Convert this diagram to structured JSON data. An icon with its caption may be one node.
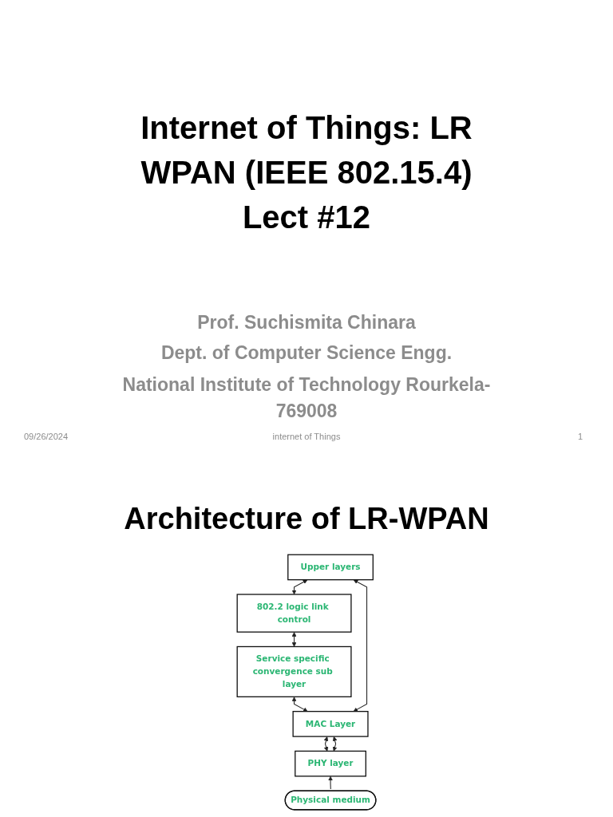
{
  "diagram": {
    "title": "Internet of Things: LR WPAN (IEEE 802.15.4) Lect #12",
    "nodes": [
      {
        "text": [
          "Upper layers"
        ]
      },
      {
        "text": [
          "802.2 logic link control"
        ]
      },
      {
        "text": [
          "Service specific convergence sub layer"
        ]
      },
      {
        "text": [
          "MAC Layer"
        ]
      },
      {
        "text": [
          "PHY layer"
        ]
      },
      {
        "text": [
          "Physical medium"
        ]
      }
    ],
    "edges": [
      {
        "from": 0,
        "to": 1,
        "arrow": "both"
      },
      {
        "from": 1,
        "to": 2,
        "arrow": "both"
      },
      {
        "from": 2,
        "to": 3,
        "arrow": "both"
      },
      {
        "from": 0,
        "to": 3,
        "arrow": "both"
      },
      {
        "from": 3,
        "to": 4,
        "arrow": "both"
      },
      {
        "from": 3,
        "to": 4,
        "arrow": "both"
      },
      {
        "from": 5,
        "to": 4,
        "arrow": "to"
      }
    ],
    "labels": [
      "Prof. Suchismita Chinara",
      "Dept. of Computer Science Engg.",
      "National Institute of Technology Rourkela- 769008",
      "09/26/2024",
      "internet of Things",
      "1",
      "Architecture of LR-WPAN"
    ]
  }
}
